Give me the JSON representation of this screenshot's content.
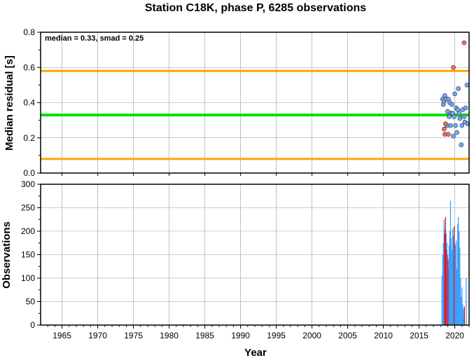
{
  "chart_data": [
    {
      "type": "scatter",
      "title": "Station C18K, phase P, 6285 observations",
      "ylabel": "Median residual [s]",
      "xlim": [
        1962,
        2022
      ],
      "ylim": [
        0.0,
        0.8
      ],
      "xticks": [
        1965,
        1970,
        1975,
        1980,
        1985,
        1990,
        1995,
        2000,
        2005,
        2010,
        2015,
        2020
      ],
      "yticks": [
        0.0,
        0.2,
        0.4,
        0.6,
        0.8
      ],
      "ytick_labels": [
        "0.0",
        "0.2",
        "0.4",
        "0.6",
        "0.8"
      ],
      "grid": true,
      "annotation": "median = 0.33, smad = 0.25",
      "reference_lines": [
        {
          "name": "median",
          "y": 0.33,
          "color": "#00e000"
        },
        {
          "name": "upper",
          "y": 0.58,
          "color": "#ffa500"
        },
        {
          "name": "lower",
          "y": 0.08,
          "color": "#ffa500"
        }
      ],
      "series": [
        {
          "marker_color": "#6fa8ff",
          "points": [
            [
              2018.3,
              0.42
            ],
            [
              2018.4,
              0.39
            ],
            [
              2018.5,
              0.41
            ],
            [
              2018.6,
              0.44
            ],
            [
              2018.8,
              0.42
            ],
            [
              2018.9,
              0.27
            ],
            [
              2019.0,
              0.35
            ],
            [
              2019.1,
              0.42
            ],
            [
              2019.2,
              0.32
            ],
            [
              2019.3,
              0.4
            ],
            [
              2019.4,
              0.27
            ],
            [
              2019.5,
              0.34
            ],
            [
              2019.6,
              0.39
            ],
            [
              2019.7,
              0.34
            ],
            [
              2019.8,
              0.21
            ],
            [
              2019.9,
              0.32
            ],
            [
              2020.0,
              0.45
            ],
            [
              2020.1,
              0.27
            ],
            [
              2020.2,
              0.37
            ],
            [
              2020.3,
              0.23
            ],
            [
              2020.4,
              0.36
            ],
            [
              2020.5,
              0.48
            ],
            [
              2020.6,
              0.34
            ],
            [
              2020.7,
              0.31
            ],
            [
              2020.9,
              0.16
            ],
            [
              2021.0,
              0.27
            ],
            [
              2021.1,
              0.36
            ],
            [
              2021.3,
              0.32
            ],
            [
              2021.4,
              0.29
            ],
            [
              2021.5,
              0.37
            ],
            [
              2021.7,
              0.5
            ],
            [
              2021.8,
              0.28
            ]
          ]
        },
        {
          "marker_color": "#ff6b5a",
          "points": [
            [
              2018.5,
              0.25
            ],
            [
              2018.6,
              0.22
            ],
            [
              2018.7,
              0.28
            ],
            [
              2019.1,
              0.22
            ],
            [
              2019.8,
              0.6
            ],
            [
              2021.3,
              0.74
            ]
          ]
        }
      ]
    },
    {
      "type": "bar",
      "ylabel": "Observations",
      "xlabel": "Year",
      "xlim": [
        1962,
        2022
      ],
      "ylim": [
        0,
        300
      ],
      "xticks": [
        1965,
        1970,
        1975,
        1980,
        1985,
        1990,
        1995,
        2000,
        2005,
        2010,
        2015,
        2020
      ],
      "xtick_labels": [
        "1965",
        "1970",
        "1975",
        "1980",
        "1985",
        "1990",
        "1995",
        "2000",
        "2005",
        "2010",
        "2015",
        "2020"
      ],
      "yticks": [
        0,
        50,
        100,
        150,
        200,
        250,
        300
      ],
      "ytick_labels": [
        "0",
        "50",
        "100",
        "150",
        "200",
        "250",
        "300"
      ],
      "grid": true,
      "series": [
        {
          "color": "#3aa0ff",
          "points": [
            [
              2018.2,
              105
            ],
            [
              2018.3,
              150
            ],
            [
              2018.4,
              175
            ],
            [
              2018.5,
              225
            ],
            [
              2018.6,
              205
            ],
            [
              2018.8,
              195
            ],
            [
              2018.9,
              175
            ],
            [
              2019.0,
              150
            ],
            [
              2019.1,
              120
            ],
            [
              2019.2,
              170
            ],
            [
              2019.3,
              200
            ],
            [
              2019.4,
              265
            ],
            [
              2019.5,
              185
            ],
            [
              2019.6,
              160
            ],
            [
              2019.7,
              205
            ],
            [
              2019.8,
              190
            ],
            [
              2019.9,
              100
            ],
            [
              2020.0,
              175
            ],
            [
              2020.1,
              170
            ],
            [
              2020.2,
              180
            ],
            [
              2020.3,
              120
            ],
            [
              2020.4,
              215
            ],
            [
              2020.5,
              230
            ],
            [
              2020.6,
              200
            ],
            [
              2020.7,
              165
            ],
            [
              2020.8,
              100
            ],
            [
              2020.9,
              60
            ],
            [
              2021.0,
              80
            ],
            [
              2021.1,
              45
            ],
            [
              2021.2,
              35
            ],
            [
              2021.3,
              20
            ],
            [
              2021.6,
              100
            ]
          ]
        },
        {
          "color": "#e0141e",
          "points": [
            [
              2018.55,
              195
            ],
            [
              2018.7,
              230
            ],
            [
              2018.85,
              160
            ],
            [
              2019.05,
              140
            ],
            [
              2019.9,
              210
            ],
            [
              2021.35,
              40
            ]
          ]
        }
      ]
    }
  ]
}
